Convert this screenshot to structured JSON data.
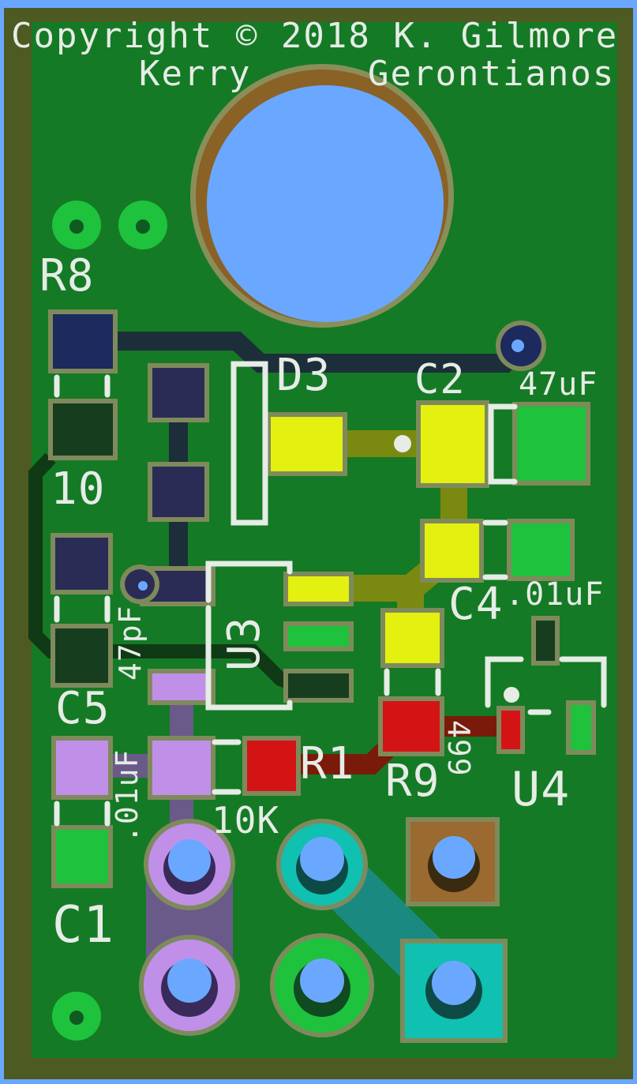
{
  "copyright": {
    "line1": "Copyright © 2018 K. Gilmore",
    "first_name": "Kerry",
    "last_name": "Gerontianos"
  },
  "designators": {
    "r8": "R8",
    "r8_value": "10",
    "d3": "D3",
    "c2": "C2",
    "c2_value": "47uF",
    "c4": "C4",
    "c4_value": ".01uF",
    "u3": "U3",
    "r9": "R9",
    "r9_value": "499",
    "r1": "R1",
    "r1_value": "10K",
    "c5": "C5",
    "c5_value": "47pF",
    "c1": "C1",
    "c1_value": ".01uF",
    "u4": "U4"
  },
  "colors": {
    "background": "#6aa8ff",
    "board": "#157a25",
    "silkscreen": "#e6ece6",
    "net_navy": "#2a2c55",
    "net_yellow": "#e4f010",
    "net_green": "#1ec23c",
    "net_red": "#d41414",
    "net_lavender": "#c090e8",
    "net_teal": "#10c0b0"
  }
}
